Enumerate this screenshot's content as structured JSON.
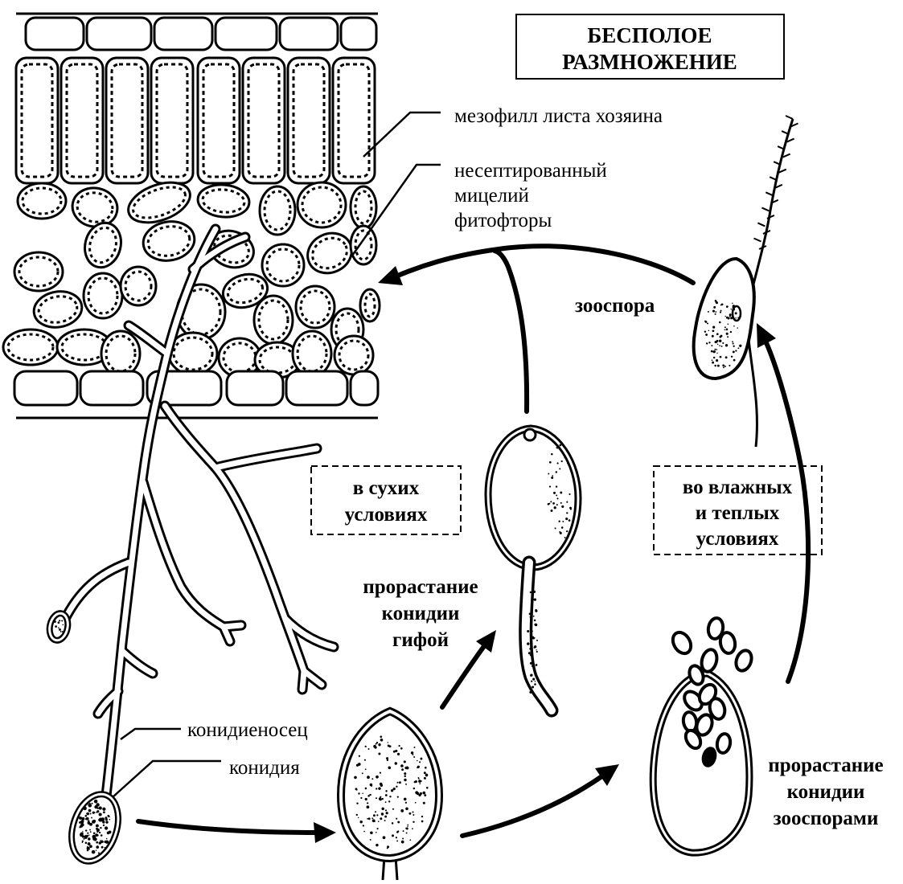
{
  "title": {
    "line1": "БЕСПОЛОЕ",
    "line2": "РАЗМНОЖЕНИЕ"
  },
  "labels": {
    "mesophyll": "мезофилл листа хозяина",
    "mycelium": [
      "несептированный",
      "мицелий",
      "фитофторы"
    ],
    "zoospore": "зооспора",
    "dry_conditions": [
      "в сухих",
      "условиях"
    ],
    "wet_conditions": [
      "во влажных",
      "и теплых",
      "условиях"
    ],
    "hypha_germination": [
      "прорастание",
      "конидии",
      "гифой"
    ],
    "conidiophore": "конидиеносец",
    "conidium": "конидия",
    "zoospore_germination": [
      "прорастание",
      "конидии",
      "зооспорами"
    ]
  },
  "colors": {
    "ink": "#000000",
    "paper": "#ffffff"
  }
}
